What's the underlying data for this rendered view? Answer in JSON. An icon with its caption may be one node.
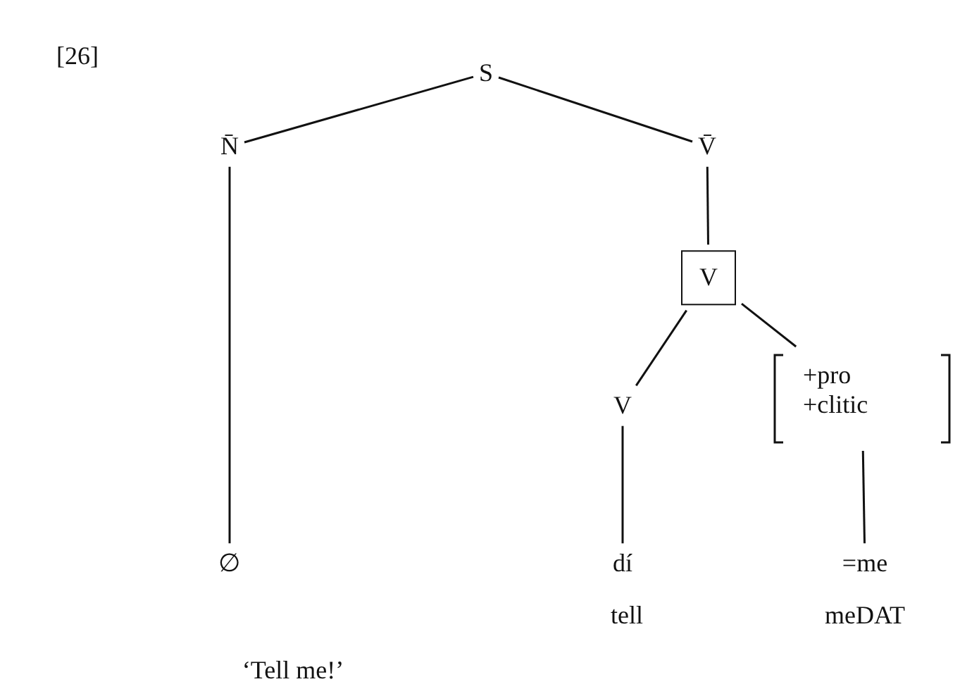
{
  "diagram": {
    "nodes": [
      {
        "text": [
          "S"
        ]
      },
      {
        "text": [
          "N̄"
        ]
      },
      {
        "text": [
          "V̄"
        ]
      },
      {
        "text": [
          "V"
        ]
      },
      {
        "text": [
          "V"
        ]
      },
      {
        "text": [
          "+pro",
          "+clitic"
        ]
      },
      {
        "text": [
          "∅"
        ]
      },
      {
        "text": [
          "dí"
        ]
      },
      {
        "text": [
          "=me"
        ]
      }
    ],
    "edges": [
      {
        "from": 0,
        "to": 1,
        "arrow": "none"
      },
      {
        "from": 0,
        "to": 2,
        "arrow": "none"
      },
      {
        "from": 1,
        "to": 6,
        "arrow": "none"
      },
      {
        "from": 2,
        "to": 3,
        "arrow": "none"
      },
      {
        "from": 3,
        "to": 4,
        "arrow": "none"
      },
      {
        "from": 3,
        "to": 5,
        "arrow": "none"
      },
      {
        "from": 4,
        "to": 7,
        "arrow": "none"
      },
      {
        "from": 5,
        "to": 8,
        "arrow": "none"
      }
    ],
    "labels": [
      "[26]",
      "tell",
      "meDAT",
      "‘Tell me!’"
    ]
  }
}
